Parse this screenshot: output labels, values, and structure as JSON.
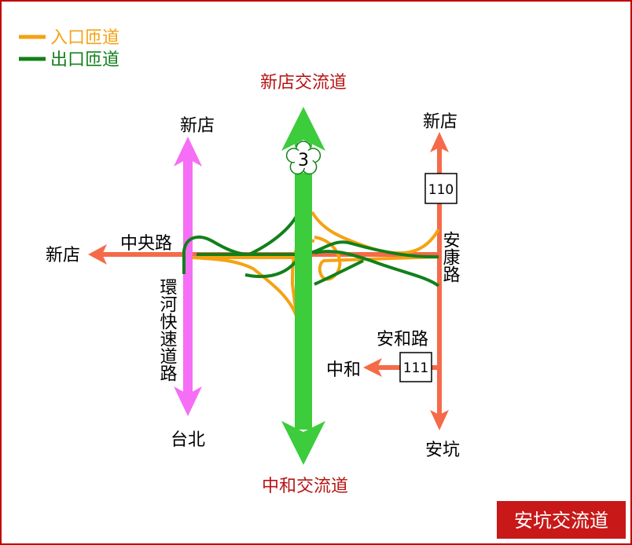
{
  "legend": {
    "entrance_label": "入口匝道",
    "exit_label": "出口匝道"
  },
  "interchanges": {
    "north": "新店交流道",
    "south": "中和交流道"
  },
  "freeway": {
    "number": "3"
  },
  "roads": {
    "huanhe": {
      "name": "環河快速道路",
      "north_dest": "新店",
      "south_dest": "台北"
    },
    "zhongyang": {
      "name": "中央路",
      "west_dest": "新店"
    },
    "ankang": {
      "name": "安康路",
      "north_dest": "新店",
      "south_dest": "安坑",
      "route_number": "110"
    },
    "anhe": {
      "name": "安和路",
      "west_dest": "中和",
      "route_number": "111"
    }
  },
  "title": "安坑交流道",
  "colors": {
    "entrance": "#f5a213",
    "exit": "#12801a",
    "freeway": "#3ccc3c",
    "expressway": "#f56ef5",
    "local_road": "#f56a48",
    "title_bg": "#c81818"
  }
}
